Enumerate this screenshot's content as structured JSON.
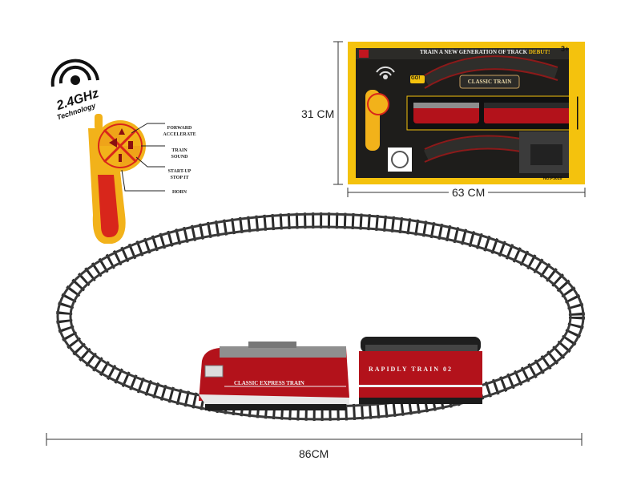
{
  "dimensions": {
    "height_label": "31 CM",
    "width_label": "63 CM",
    "track_label": "86CM"
  },
  "remote": {
    "signal_text": "2.4GHz",
    "tech_text": "Technology",
    "labels": [
      "FORWARD",
      "ACCELERATE",
      "TRAIN",
      "SOUND",
      "START-UP",
      "STOP IT",
      "HORN"
    ]
  },
  "box": {
    "headline": "TRAIN A NEW GENERATION OF TRACK",
    "headline_tag": "DEBUT!",
    "logo_text": "CLASSIC TRAIN",
    "age_text": "3+",
    "go_text": "GO!",
    "model_text": "NO.P3010"
  },
  "train": {
    "loco_text": "CLASSIC EXPRESS TRAIN",
    "car_text": "RAPIDLY TRAIN 02"
  },
  "colors": {
    "box_yellow": "#f4c20d",
    "box_dark": "#1e1d1b",
    "train_red": "#b3121b",
    "track_black": "#2a2a2a",
    "remote_yellow": "#f2b21a",
    "remote_red": "#d8261b"
  }
}
